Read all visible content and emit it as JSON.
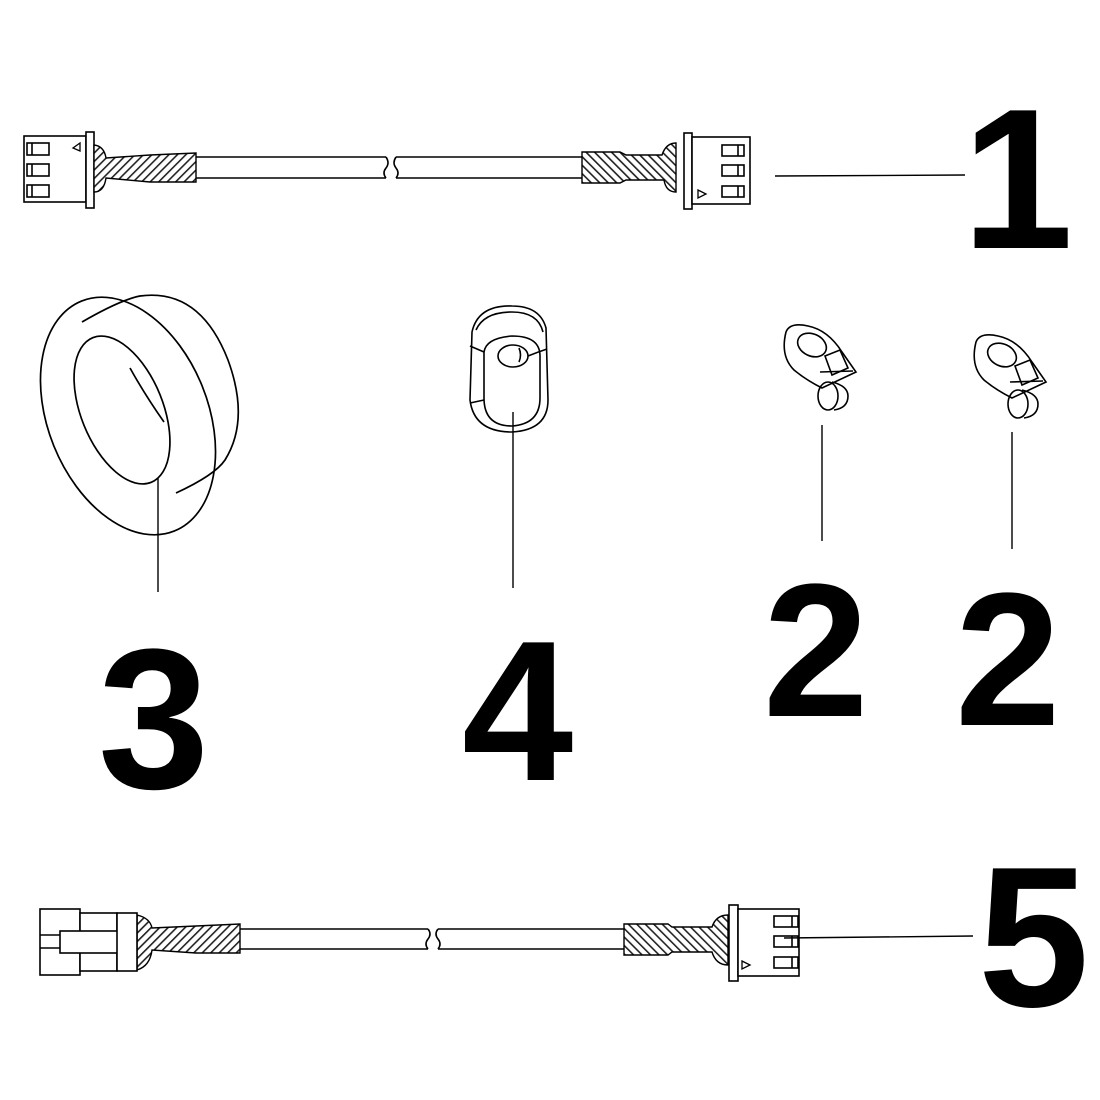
{
  "diagram": {
    "type": "exploded parts diagram",
    "colors": {
      "ink": "#000000",
      "background": "#ffffff",
      "hatch": "#222222"
    },
    "parts": [
      {
        "callout": "1",
        "description": "cable with 3-pin female connectors at both ends",
        "icon": "cable-3pin-3pin-icon"
      },
      {
        "callout": "2",
        "description": "cable clip",
        "icon": "cable-clip-icon"
      },
      {
        "callout": "2",
        "description": "cable clip",
        "icon": "cable-clip-icon"
      },
      {
        "callout": "3",
        "description": "ferrite ring core",
        "icon": "ferrite-ring-icon"
      },
      {
        "callout": "4",
        "description": "rubber grommet",
        "icon": "grommet-icon"
      },
      {
        "callout": "5",
        "description": "cable with plug connector and 3-pin connector",
        "icon": "cable-plug-3pin-icon"
      }
    ]
  }
}
